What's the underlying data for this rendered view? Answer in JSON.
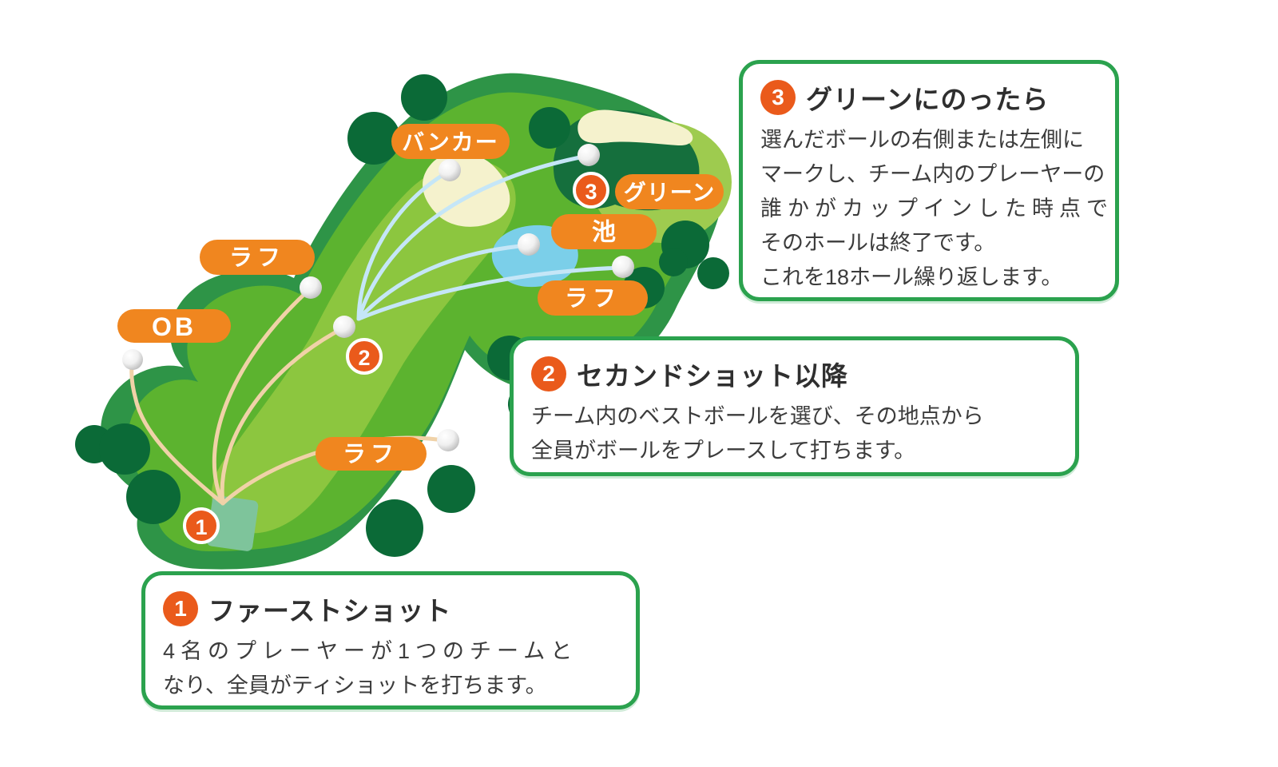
{
  "course": {
    "labels": {
      "bunker": "バンカー",
      "green": "グリーン",
      "pond": "池",
      "rough": "ラフ",
      "ob": "OB"
    },
    "markers": {
      "tee": "1",
      "second": "2",
      "green": "3"
    }
  },
  "boxes": {
    "box1": {
      "number": "1",
      "title": "ファーストショット",
      "lines": [
        "4名のプレーヤーが1つのチームと",
        "なり、全員がティショットを打ちます。"
      ]
    },
    "box2": {
      "number": "2",
      "title": "セカンドショット以降",
      "lines": [
        "チーム内のベストボールを選び、その地点から",
        "全員がボールをプレースして打ちます。"
      ]
    },
    "box3": {
      "number": "3",
      "title": "グリーンにのったら",
      "lines": [
        "選んだボールの右側または左側に",
        "マークし、チーム内のプレーヤーの",
        "誰かがカップインした時点で",
        "そのホールは終了です。",
        "これを18ホール繰り返します。"
      ]
    }
  },
  "colors": {
    "box_border_green": "#2ba24e",
    "pill_orange": "#f0861f",
    "badge_orange": "#ea5a1b",
    "fairway_green": "#5cb32f",
    "rough_band_green": "#2e9447",
    "light_green": "#8cc63f",
    "green_patch": "#9ecb4f",
    "tree_green": "#0b6a37",
    "green_complex": "#156f3d",
    "bunker_sand": "#f5f2cd",
    "pond_blue": "#7bcfe9",
    "tee_box": "#7ec49b",
    "shot1_line": "#f0d2a8",
    "shot2_line": "#c5e6f7",
    "text_dark": "#3c3c3c"
  }
}
